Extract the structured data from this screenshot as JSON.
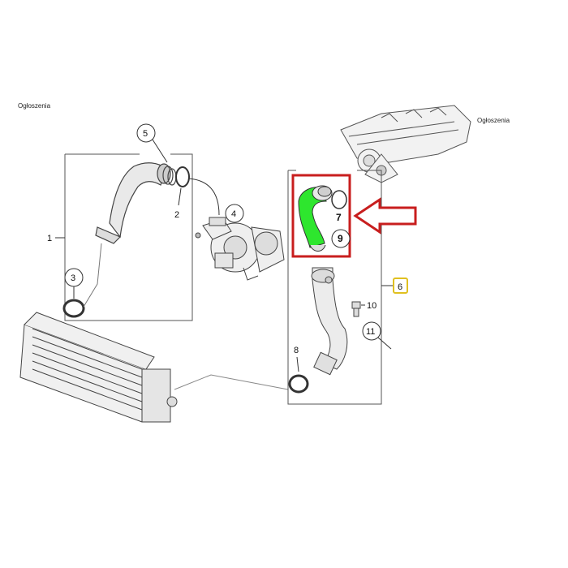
{
  "ads": {
    "left": "Ogłoszenia",
    "right": "Ogłoszenia"
  },
  "parts": {
    "p1": "1",
    "p2": "2",
    "p3": "3",
    "p4": "4",
    "p5": "5",
    "p6": "6",
    "p7": "7",
    "p8": "8",
    "p9": "9",
    "p10": "10",
    "p11": "11"
  },
  "colors": {
    "highlight_hose": "#2ee62e",
    "highlight_frame": "#c81e1e",
    "arrow": "#c81e1e",
    "badge_border": "#e0c020",
    "line": "#333333"
  }
}
